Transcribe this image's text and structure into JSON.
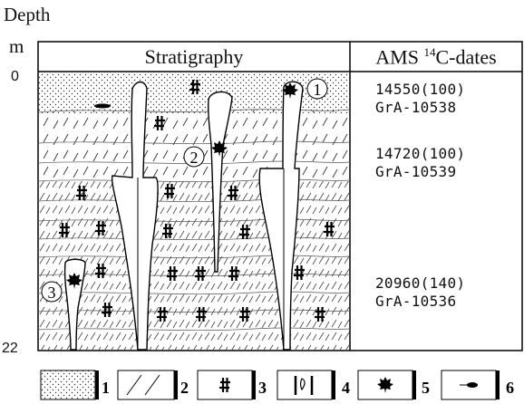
{
  "axis": {
    "title": "Depth",
    "unit": "m",
    "top_tick": "0",
    "bottom_tick": "22"
  },
  "headers": {
    "stratigraphy": "Stratigraphy",
    "ams_prefix": "AMS ",
    "ams_isotope": "14",
    "ams_suffix": "C-dates"
  },
  "dates": [
    {
      "marker": "1",
      "age": "14550(100)",
      "lab_code": "GrA-10538"
    },
    {
      "marker": "2",
      "age": "14720(100)",
      "lab_code": "GrA-10539"
    },
    {
      "marker": "3",
      "age": "20960(140)",
      "lab_code": "GrA-10536"
    }
  ],
  "legend": [
    {
      "number": "1",
      "symbol": "dotted-sand-icon"
    },
    {
      "number": "2",
      "symbol": "diagonal-hatch-icon"
    },
    {
      "number": "3",
      "symbol": "hash-icon"
    },
    {
      "number": "4",
      "symbol": "ice-wedge-icon"
    },
    {
      "number": "5",
      "symbol": "leaf-icon"
    },
    {
      "number": "6",
      "symbol": "lens-icon"
    }
  ]
}
